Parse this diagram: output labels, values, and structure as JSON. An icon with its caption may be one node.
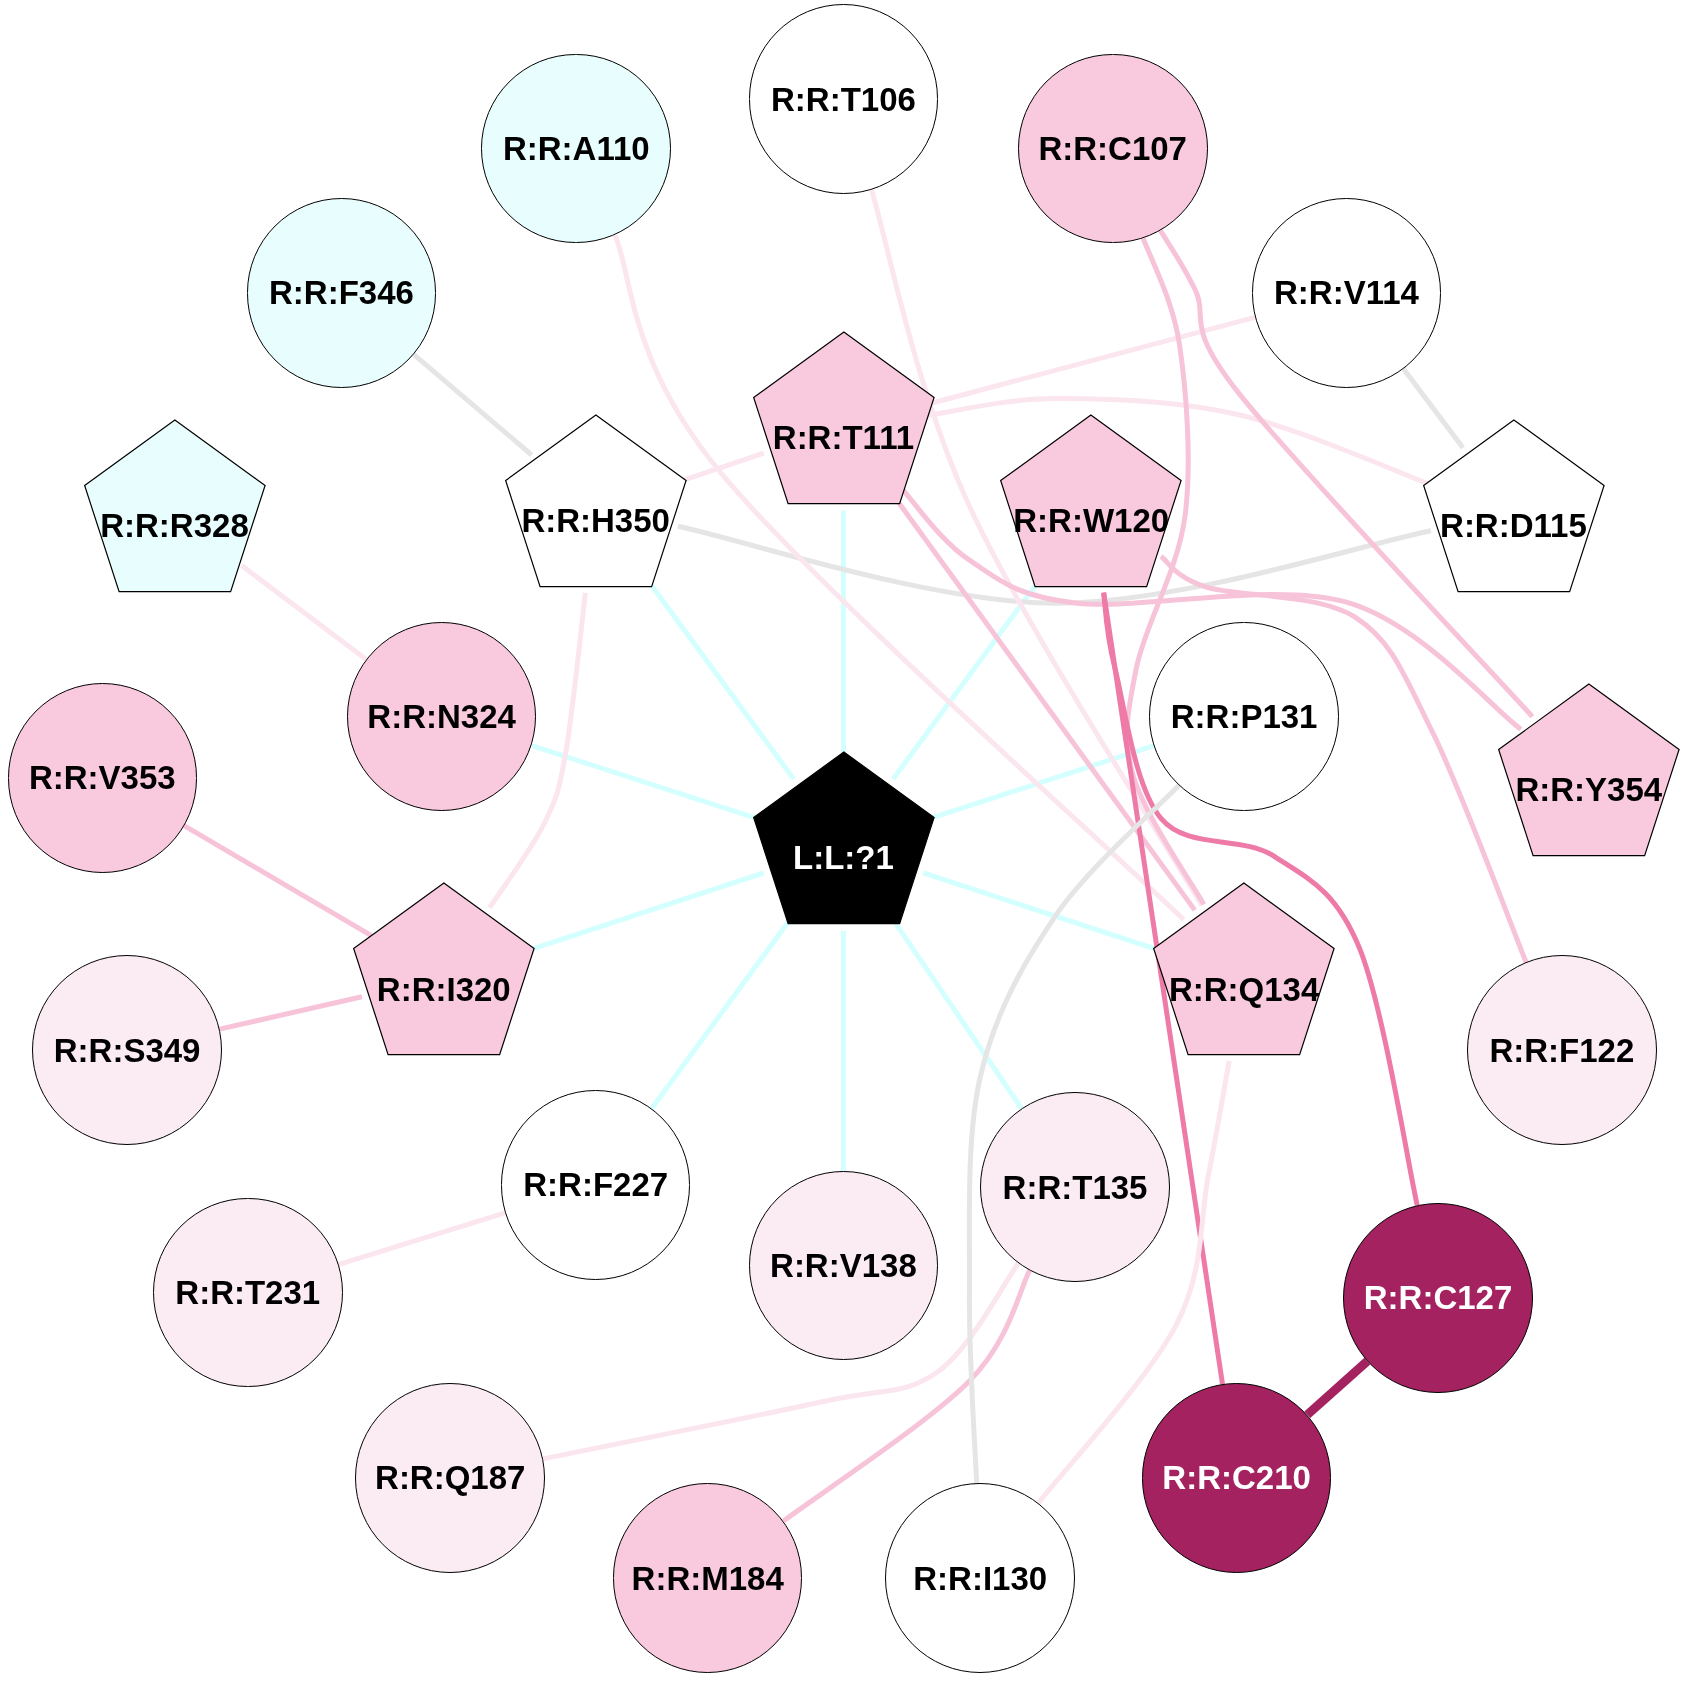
{
  "diagram": {
    "nodes": [
      {
        "text": [
          "R:R:T106"
        ]
      },
      {
        "text": [
          "R:R:A110"
        ]
      },
      {
        "text": [
          "R:R:C107"
        ]
      },
      {
        "text": [
          "R:R:F346"
        ]
      },
      {
        "text": [
          "R:R:V114"
        ]
      },
      {
        "text": [
          "R:R:T111"
        ]
      },
      {
        "text": [
          "R:R:H350"
        ]
      },
      {
        "text": [
          "R:R:W120"
        ]
      },
      {
        "text": [
          "R:R:R328"
        ]
      },
      {
        "text": [
          "R:R:D115"
        ]
      },
      {
        "text": [
          "R:R:N324"
        ]
      },
      {
        "text": [
          "R:R:P131"
        ]
      },
      {
        "text": [
          "R:R:Y354"
        ]
      },
      {
        "text": [
          "R:R:V353"
        ]
      },
      {
        "text": [
          "L:L:?1"
        ]
      },
      {
        "text": [
          "R:R:I320"
        ]
      },
      {
        "text": [
          "R:R:Q134"
        ]
      },
      {
        "text": [
          "R:R:S349"
        ]
      },
      {
        "text": [
          "R:R:F122"
        ]
      },
      {
        "text": [
          "R:R:F227"
        ]
      },
      {
        "text": [
          "R:R:T135"
        ]
      },
      {
        "text": [
          "R:R:V138"
        ]
      },
      {
        "text": [
          "R:R:T231"
        ]
      },
      {
        "text": [
          "R:R:C127"
        ]
      },
      {
        "text": [
          "R:R:Q187"
        ]
      },
      {
        "text": [
          "R:R:C210"
        ]
      },
      {
        "text": [
          "R:R:M184"
        ]
      },
      {
        "text": [
          "R:R:I130"
        ]
      }
    ],
    "edges": [
      {
        "from": 14,
        "to": 5,
        "arrow": "none"
      },
      {
        "from": 14,
        "to": 6,
        "arrow": "none"
      },
      {
        "from": 14,
        "to": 7,
        "arrow": "none"
      },
      {
        "from": 14,
        "to": 10,
        "arrow": "none"
      },
      {
        "from": 14,
        "to": 11,
        "arrow": "none"
      },
      {
        "from": 14,
        "to": 15,
        "arrow": "none"
      },
      {
        "from": 14,
        "to": 16,
        "arrow": "none"
      },
      {
        "from": 14,
        "to": 19,
        "arrow": "none"
      },
      {
        "from": 14,
        "to": 21,
        "arrow": "none"
      },
      {
        "from": 14,
        "to": 20,
        "arrow": "none"
      },
      {
        "from": 3,
        "to": 6,
        "arrow": "none",
        "color": "#e5e5e5"
      },
      {
        "from": 4,
        "to": 9,
        "arrow": "none",
        "color": "#e5e5e5"
      },
      {
        "from": 6,
        "to": 5,
        "arrow": "none",
        "color": "#fbe6ef"
      },
      {
        "from": 5,
        "to": 4,
        "arrow": "none",
        "color": "#fbe6ef"
      },
      {
        "from": 5,
        "to": 9,
        "arrow": "none",
        "color": "#fbe6ef"
      },
      {
        "from": 6,
        "to": 9,
        "arrow": "none",
        "color": "#e5e5e5"
      },
      {
        "from": 0,
        "to": 16,
        "arrow": "none",
        "color": "#fbe6ef"
      },
      {
        "from": 1,
        "to": 16,
        "arrow": "none",
        "color": "#fbe6ef"
      },
      {
        "from": 2,
        "to": 16,
        "arrow": "none",
        "color": "#f7c3d8"
      },
      {
        "from": 2,
        "to": 12,
        "arrow": "none",
        "color": "#f7c3d8"
      },
      {
        "from": 5,
        "to": 16,
        "arrow": "none",
        "color": "#f7c3d8"
      },
      {
        "from": 5,
        "to": 12,
        "arrow": "none",
        "color": "#f7c3d8"
      },
      {
        "from": 7,
        "to": 18,
        "arrow": "none",
        "color": "#f7c3d8"
      },
      {
        "from": 7,
        "to": 25,
        "arrow": "none",
        "color": "#ee7ba7"
      },
      {
        "from": 7,
        "to": 23,
        "arrow": "none",
        "color": "#ee7ba7"
      },
      {
        "from": 23,
        "to": 25,
        "arrow": "none",
        "color": "#a3225f",
        "style": "thick"
      },
      {
        "from": 8,
        "to": 10,
        "arrow": "none",
        "color": "#fbe6ef"
      },
      {
        "from": 6,
        "to": 15,
        "arrow": "none",
        "color": "#fbe6ef"
      },
      {
        "from": 13,
        "to": 15,
        "arrow": "none",
        "color": "#f7c3d8"
      },
      {
        "from": 17,
        "to": 15,
        "arrow": "none",
        "color": "#f7c3d8"
      },
      {
        "from": 19,
        "to": 22,
        "arrow": "none",
        "color": "#fbe6ef"
      },
      {
        "from": 20,
        "to": 24,
        "arrow": "none",
        "color": "#fbe6ef"
      },
      {
        "from": 20,
        "to": 26,
        "arrow": "none",
        "color": "#f7c3d8"
      },
      {
        "from": 11,
        "to": 27,
        "arrow": "none",
        "color": "#e5e5e5"
      },
      {
        "from": 16,
        "to": 27,
        "arrow": "none",
        "color": "#fbe6ef"
      }
    ]
  }
}
